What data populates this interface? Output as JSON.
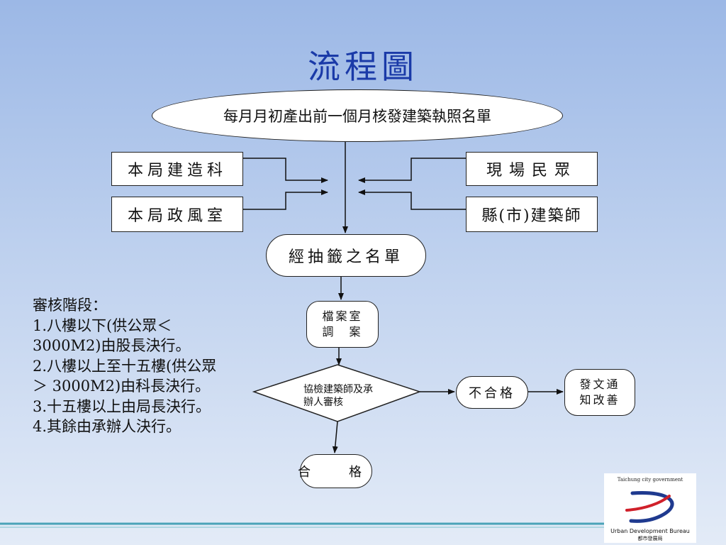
{
  "title": "流程圖",
  "flow": {
    "start": "每月月初產出前一個月核發建築執照名單",
    "source_construction": "本局建造科",
    "source_ethics": "本局政風室",
    "source_public": "現場民眾",
    "source_architect": "縣(市)建築師",
    "lottery_list": "經抽籤之名單",
    "archive_line1": "檔案室",
    "archive_line2": "調　案",
    "review": "協檢建築師及承辦人審核",
    "fail": "不合格",
    "notice_line1": "發文通",
    "notice_line2": "知改善",
    "pass": "合　格"
  },
  "notes": {
    "heading": "審核階段：",
    "items": [
      "1.八樓以下(供公眾＜",
      "3000M2)由股長決行。",
      "2.八樓以上至十五樓(供公眾",
      "＞ 3000M2)由科長決行。",
      "3.十五樓以上由局長決行。",
      "4.其餘由承辦人決行。"
    ]
  },
  "logo": {
    "top_text": "Taichung city government",
    "name_en": "Urban Development Bureau",
    "name_zh": "都市發展局"
  },
  "colors": {
    "title": "#1a3aa8",
    "logo_blue": "#1f3a8f",
    "logo_red": "#d0202a",
    "footer_teal": "#4aa3b8"
  }
}
